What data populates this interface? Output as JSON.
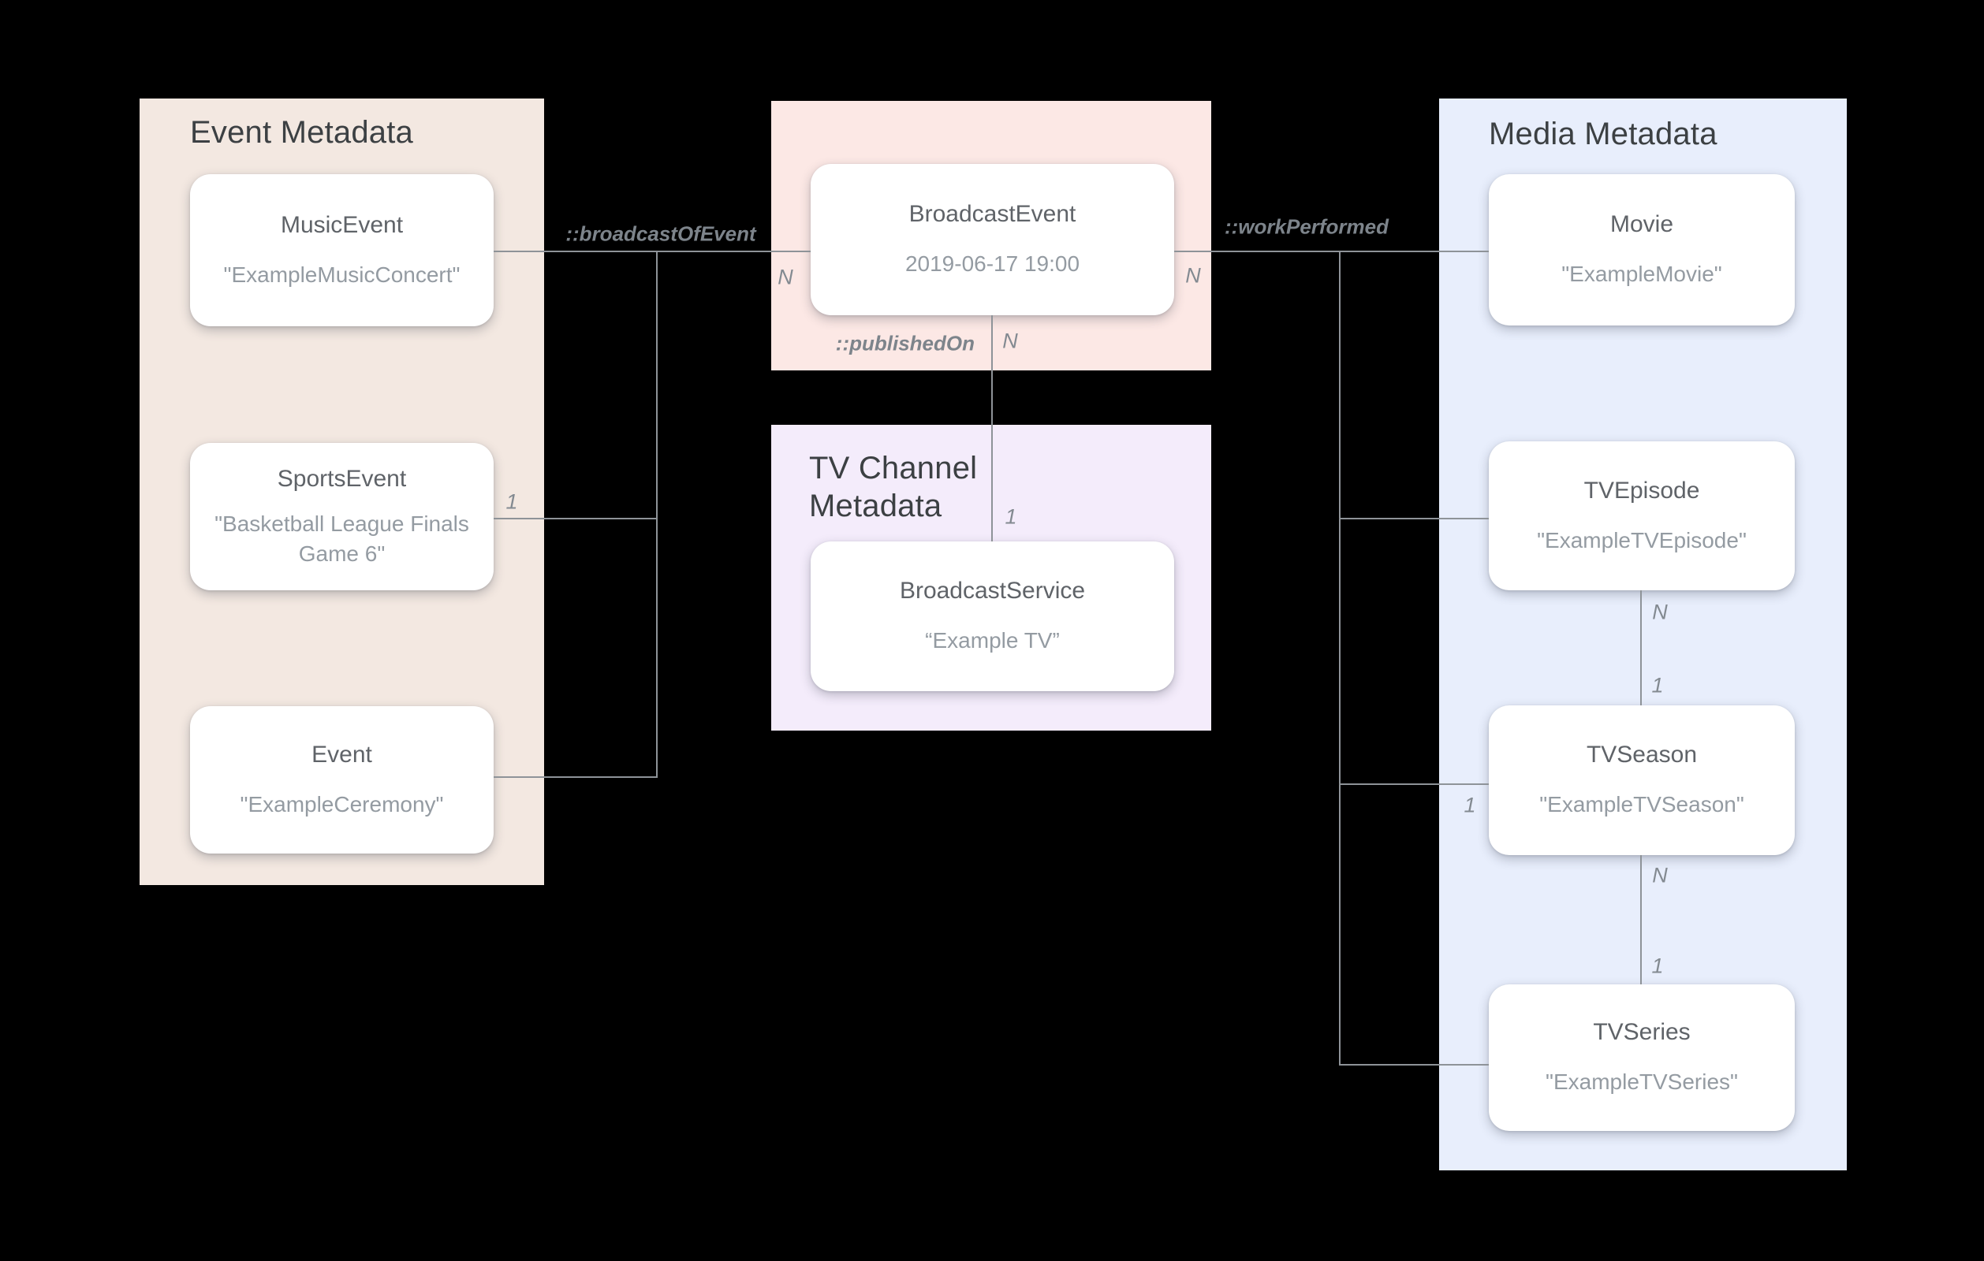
{
  "colors": {
    "canvas_bg": "#000000",
    "event_panel": "#f3e8e1",
    "broadcast_panel": "#fce8e5",
    "tv_channel_panel": "#f4ecfb",
    "media_panel": "#e8eefc",
    "card_bg": "#ffffff",
    "line": "#8e9398",
    "panel_title": "#3c4043",
    "card_title": "#5f6368",
    "card_subtitle": "#949ba2",
    "relation_label": "#7d848b",
    "cardinality": "#838a91"
  },
  "panels": {
    "event": {
      "title": "Event Metadata"
    },
    "tv_channel": {
      "title": "TV Channel Metadata"
    },
    "media": {
      "title": "Media Metadata"
    }
  },
  "cards": {
    "music_event": {
      "title": "MusicEvent",
      "subtitle": "\"ExampleMusicConcert\""
    },
    "sports_event": {
      "title": "SportsEvent",
      "subtitle": "\"Basketball League Finals Game 6\""
    },
    "event": {
      "title": "Event",
      "subtitle": "\"ExampleCeremony\""
    },
    "broadcast_event": {
      "title": "BroadcastEvent",
      "subtitle": "2019-06-17 19:00"
    },
    "broadcast_service": {
      "title": "BroadcastService",
      "subtitle": "“Example TV”"
    },
    "movie": {
      "title": "Movie",
      "subtitle": "\"ExampleMovie\""
    },
    "tv_episode": {
      "title": "TVEpisode",
      "subtitle": "\"ExampleTVEpisode\""
    },
    "tv_season": {
      "title": "TVSeason",
      "subtitle": "\"ExampleTVSeason\""
    },
    "tv_series": {
      "title": "TVSeries",
      "subtitle": "\"ExampleTVSeries\""
    }
  },
  "relations": {
    "broadcast_of_event": "::broadcastOfEvent",
    "published_on": "::publishedOn",
    "work_performed": "::workPerformed"
  },
  "cardinalities": {
    "broadcast_left_n": "N",
    "sports_one": "1",
    "published_n": "N",
    "published_one": "1",
    "work_n": "N",
    "season_one": "1",
    "episode_season_n": "N",
    "episode_season_one": "1",
    "season_series_n": "N",
    "season_series_one": "1"
  }
}
